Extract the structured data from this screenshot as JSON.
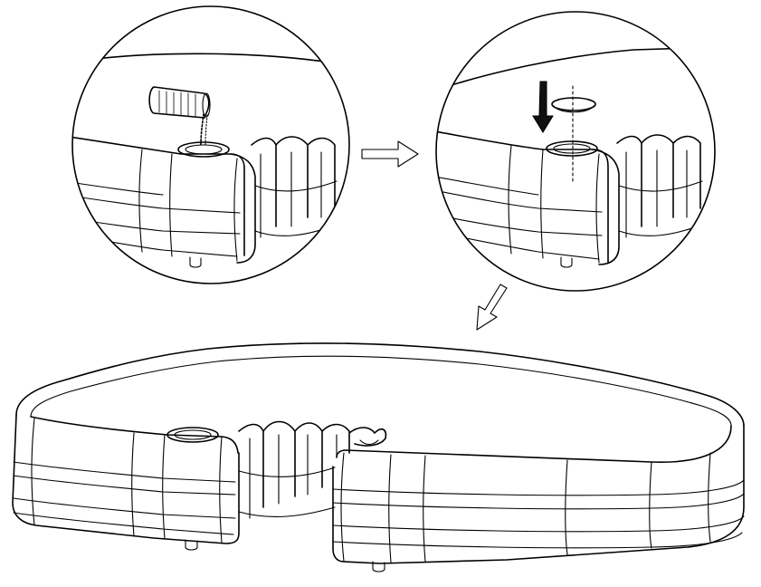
{
  "diagram": {
    "kind": "instruction-illustration",
    "steps": [
      {
        "id": 1,
        "action": "pour-fill-material-icon"
      },
      {
        "id": 2,
        "action": "insert-cap-icon"
      },
      {
        "id": 3,
        "action": "assembled-base-icon"
      }
    ],
    "colors": {
      "line": "#000000",
      "background": "#ffffff",
      "fill_light": "#ffffff",
      "fill_dark": "#111111"
    }
  }
}
